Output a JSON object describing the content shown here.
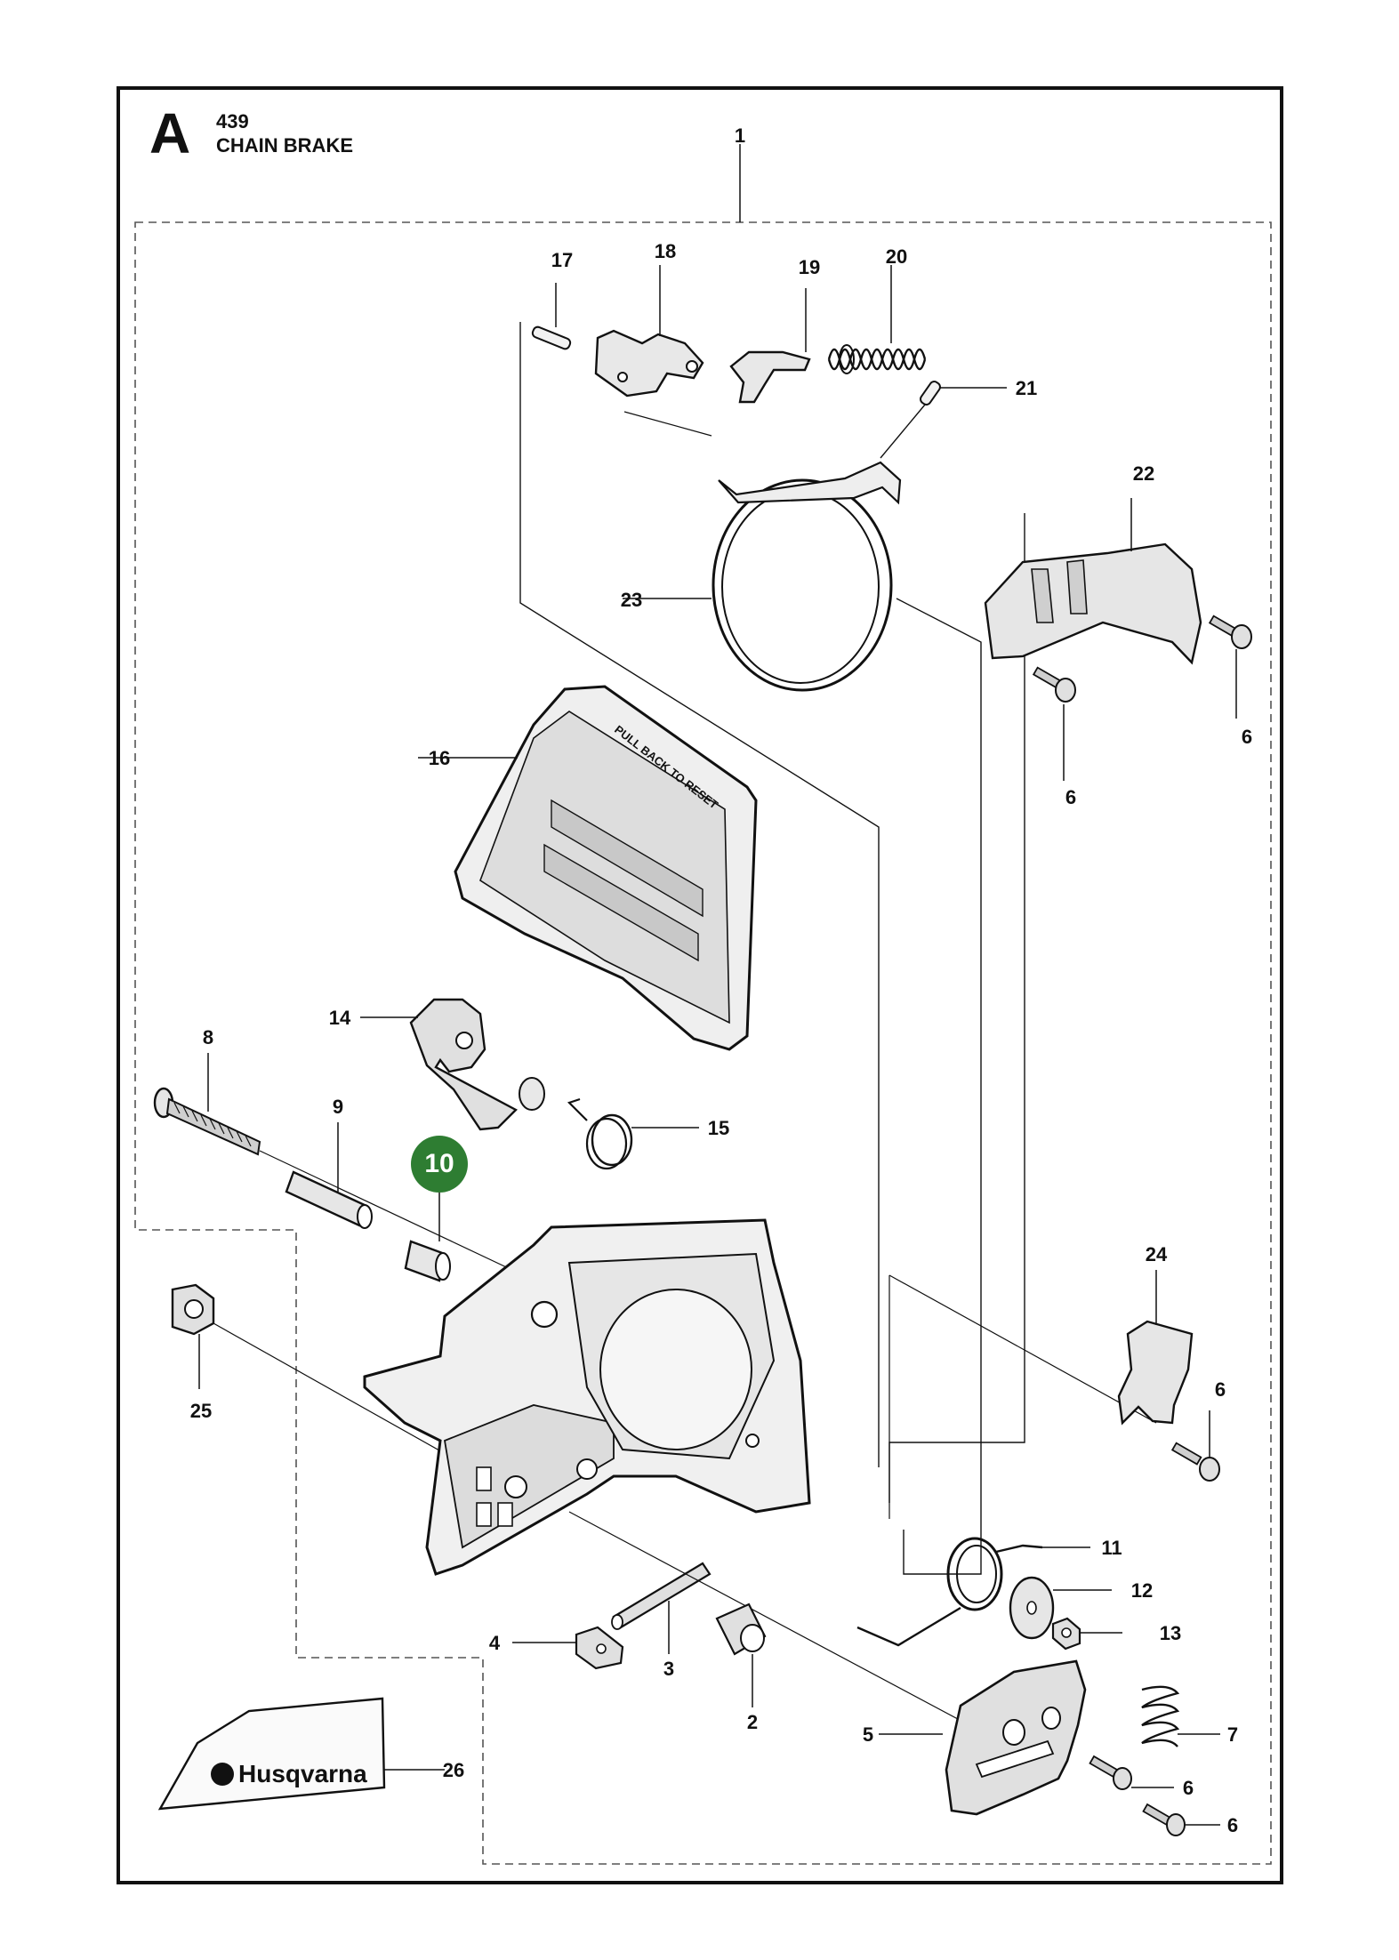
{
  "header": {
    "section_letter": "A",
    "model": "439",
    "title": "CHAIN BRAKE"
  },
  "highlight": {
    "part_number": "10",
    "color": "#2e7d32"
  },
  "brand_sticker": {
    "text": "Husqvarna"
  },
  "brake_handle_text": "PULL BACK TO RESET",
  "part_labels": {
    "p1": "1",
    "p2": "2",
    "p3": "3",
    "p4": "4",
    "p5": "5",
    "p6a": "6",
    "p6b": "6",
    "p6c": "6",
    "p6d": "6",
    "p6e": "6",
    "p7": "7",
    "p8": "8",
    "p9": "9",
    "p11": "11",
    "p12": "12",
    "p13": "13",
    "p14": "14",
    "p15": "15",
    "p16": "16",
    "p17": "17",
    "p18": "18",
    "p19": "19",
    "p20": "20",
    "p21": "21",
    "p22": "22",
    "p23": "23",
    "p24": "24",
    "p25": "25",
    "p26": "26"
  },
  "colors": {
    "line": "#111111",
    "part_fill": "#dcdcdc",
    "part_fill_light": "#f2f2f2"
  }
}
